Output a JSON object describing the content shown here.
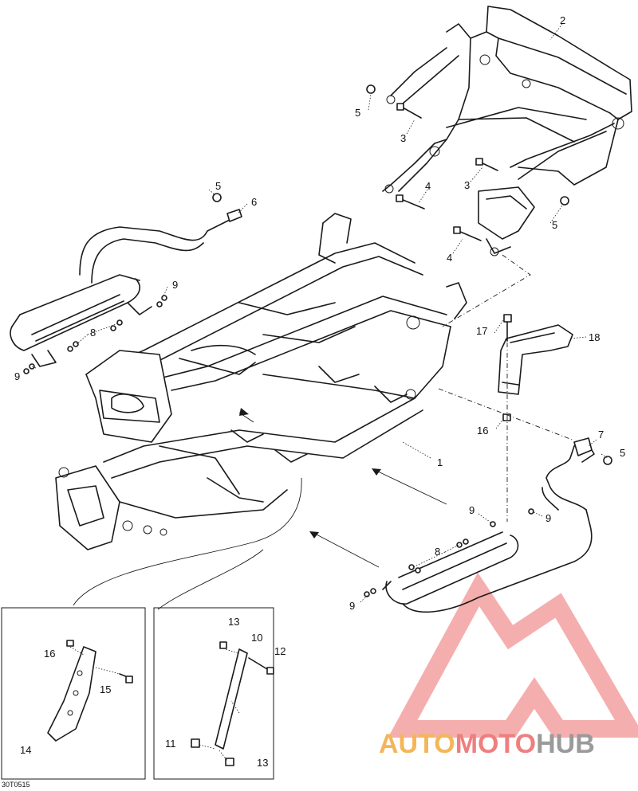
{
  "diagram": {
    "reference_code": "30T0515",
    "watermark": {
      "part1": "AUTO",
      "part2": "MOTO",
      "part3": "HUB",
      "color_part1": "#f3b65a",
      "color_part2": "#ef7f7f",
      "color_part3": "#9a9a9a"
    },
    "callouts": {
      "c1": "1",
      "c2": "2",
      "c3a": "3",
      "c3b": "3",
      "c4a": "4",
      "c4b": "4",
      "c5a": "5",
      "c5b": "5",
      "c5c": "5",
      "c5d": "5",
      "c6": "6",
      "c7": "7",
      "c8a": "8",
      "c8b": "8",
      "c9a": "9",
      "c9b": "9",
      "c9c": "9",
      "c9d": "9",
      "c9e": "9",
      "c10": "10",
      "c11": "11",
      "c12": "12",
      "c13a": "13",
      "c13b": "13",
      "c14": "14",
      "c15": "15",
      "c16a": "16",
      "c16b": "16",
      "c17": "17",
      "c18": "18"
    }
  }
}
